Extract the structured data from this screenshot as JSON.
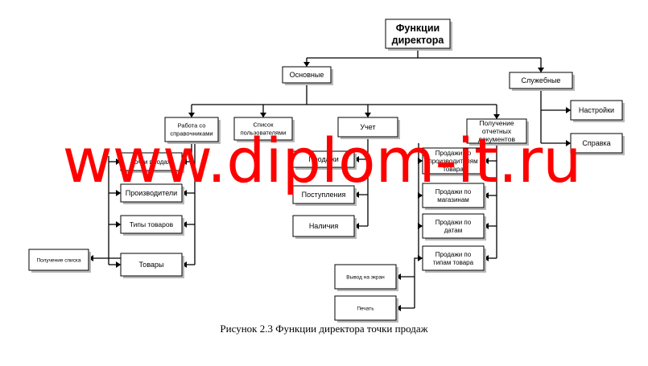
{
  "nodes": [
    {
      "id": "root",
      "lines": [
        "Функции",
        "директора"
      ]
    },
    {
      "id": "main",
      "lines": [
        "Основные"
      ]
    },
    {
      "id": "service",
      "lines": [
        "Служебные"
      ]
    },
    {
      "id": "settings",
      "lines": [
        "Настройки"
      ]
    },
    {
      "id": "help",
      "lines": [
        "Справка"
      ]
    },
    {
      "id": "refs",
      "lines": [
        "Работа со",
        "справочниками"
      ]
    },
    {
      "id": "users",
      "lines": [
        "Список",
        "пользователями"
      ]
    },
    {
      "id": "account",
      "lines": [
        "Учет"
      ]
    },
    {
      "id": "reports",
      "lines": [
        "Получение",
        "отчетных",
        "документов"
      ]
    },
    {
      "id": "points",
      "lines": [
        "Точки продаж"
      ]
    },
    {
      "id": "producers",
      "lines": [
        "Производители"
      ]
    },
    {
      "id": "types",
      "lines": [
        "Типы товаров"
      ]
    },
    {
      "id": "goods",
      "lines": [
        "Товары"
      ]
    },
    {
      "id": "getlist",
      "lines": [
        "Получение списка"
      ]
    },
    {
      "id": "sales",
      "lines": [
        "Продажи"
      ]
    },
    {
      "id": "receipts",
      "lines": [
        "Поступления"
      ]
    },
    {
      "id": "stock",
      "lines": [
        "Наличия"
      ]
    },
    {
      "id": "by_producers",
      "lines": [
        "Продажи по",
        "производителям",
        "товара"
      ]
    },
    {
      "id": "by_stores",
      "lines": [
        "Продажи по",
        "магазинам"
      ]
    },
    {
      "id": "by_dates",
      "lines": [
        "Продажи по",
        "датам"
      ]
    },
    {
      "id": "by_types",
      "lines": [
        "Продажи по",
        "типам товара"
      ]
    },
    {
      "id": "screen",
      "lines": [
        "Вывод на экран"
      ]
    },
    {
      "id": "print",
      "lines": [
        "Печать"
      ]
    }
  ],
  "watermark": "www.diplom-it.ru",
  "caption": "Рисунок 2.3 Функции директора точки продаж",
  "colors": {
    "watermark": "#ff0000",
    "box_border": "#000000",
    "box_fill": "#ffffff",
    "shadow": "#b8b8b8"
  }
}
